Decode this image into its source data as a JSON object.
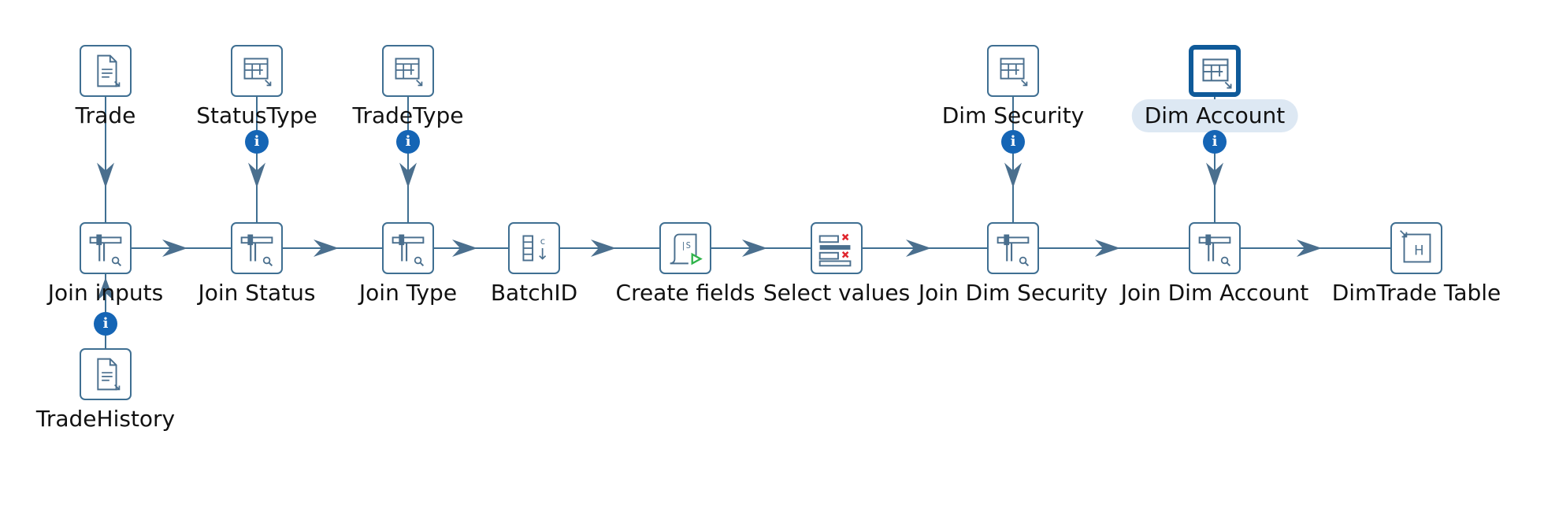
{
  "colors": {
    "hop": "#3f6f92",
    "arrow": "#4a6f8e",
    "icon_stroke": "#4a6f8e",
    "selected_border": "#0f5a99",
    "selected_label_bg": "#dde8f3",
    "info_badge": "#1565b5",
    "red_x": "#e0262e",
    "green_triangle": "#2fb34a"
  },
  "steps": {
    "trade": {
      "label": "Trade",
      "icon": "text-file-input-icon"
    },
    "status_type": {
      "label": "StatusType",
      "icon": "table-input-icon"
    },
    "trade_type": {
      "label": "TradeType",
      "icon": "table-input-icon"
    },
    "dim_security": {
      "label": "Dim Security",
      "icon": "table-input-icon"
    },
    "dim_account": {
      "label": "Dim Account",
      "icon": "table-input-icon",
      "selected": true
    },
    "join_inputs": {
      "label": "Join inputs",
      "icon": "join-lookup-icon"
    },
    "join_status": {
      "label": "Join Status",
      "icon": "join-lookup-icon"
    },
    "join_type": {
      "label": "Join Type",
      "icon": "join-lookup-icon"
    },
    "batch_id": {
      "label": "BatchID",
      "icon": "add-constants-icon"
    },
    "create_fields": {
      "label": "Create fields",
      "icon": "javascript-script-icon"
    },
    "select_values": {
      "label": "Select values",
      "icon": "select-values-icon"
    },
    "join_dim_security": {
      "label": "Join Dim Security",
      "icon": "join-lookup-icon"
    },
    "join_dim_account": {
      "label": "Join Dim Account",
      "icon": "join-lookup-icon"
    },
    "dimtrade_table": {
      "label": "DimTrade Table",
      "icon": "table-output-icon"
    },
    "trade_history": {
      "label": "TradeHistory",
      "icon": "text-file-input-icon"
    }
  },
  "hops": [
    {
      "from": "trade",
      "to": "join_inputs"
    },
    {
      "from": "trade_history",
      "to": "join_inputs",
      "info": true
    },
    {
      "from": "status_type",
      "to": "join_status",
      "info": true
    },
    {
      "from": "trade_type",
      "to": "join_type",
      "info": true
    },
    {
      "from": "dim_security",
      "to": "join_dim_security",
      "info": true
    },
    {
      "from": "dim_account",
      "to": "join_dim_account",
      "info": true
    },
    {
      "from": "join_inputs",
      "to": "join_status"
    },
    {
      "from": "join_status",
      "to": "join_type"
    },
    {
      "from": "join_type",
      "to": "batch_id"
    },
    {
      "from": "batch_id",
      "to": "create_fields"
    },
    {
      "from": "create_fields",
      "to": "select_values"
    },
    {
      "from": "select_values",
      "to": "join_dim_security"
    },
    {
      "from": "join_dim_security",
      "to": "join_dim_account"
    },
    {
      "from": "join_dim_account",
      "to": "dimtrade_table"
    }
  ],
  "info_badge_text": "i"
}
